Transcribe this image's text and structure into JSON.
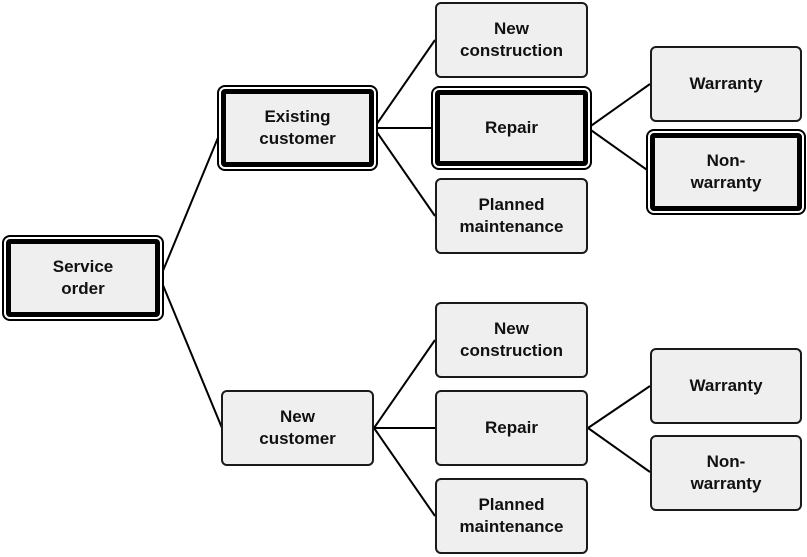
{
  "nodes": {
    "root": "Service\norder",
    "existing": "Existing\ncustomer",
    "new_customer": "New\ncustomer",
    "ex_new_construction": "New\nconstruction",
    "ex_repair": "Repair",
    "ex_planned_maintenance": "Planned\nmaintenance",
    "ex_warranty": "Warranty",
    "ex_non_warranty": "Non-\nwarranty",
    "nc_new_construction": "New\nconstruction",
    "nc_repair": "Repair",
    "nc_planned_maintenance": "Planned\nmaintenance",
    "nc_warranty": "Warranty",
    "nc_non_warranty": "Non-\nwarranty"
  },
  "highlighted_path": [
    "Service order",
    "Existing customer",
    "Repair",
    "Non-warranty"
  ],
  "colors": {
    "box_fill": "#efefef",
    "border": "#000000",
    "text": "#111111"
  }
}
